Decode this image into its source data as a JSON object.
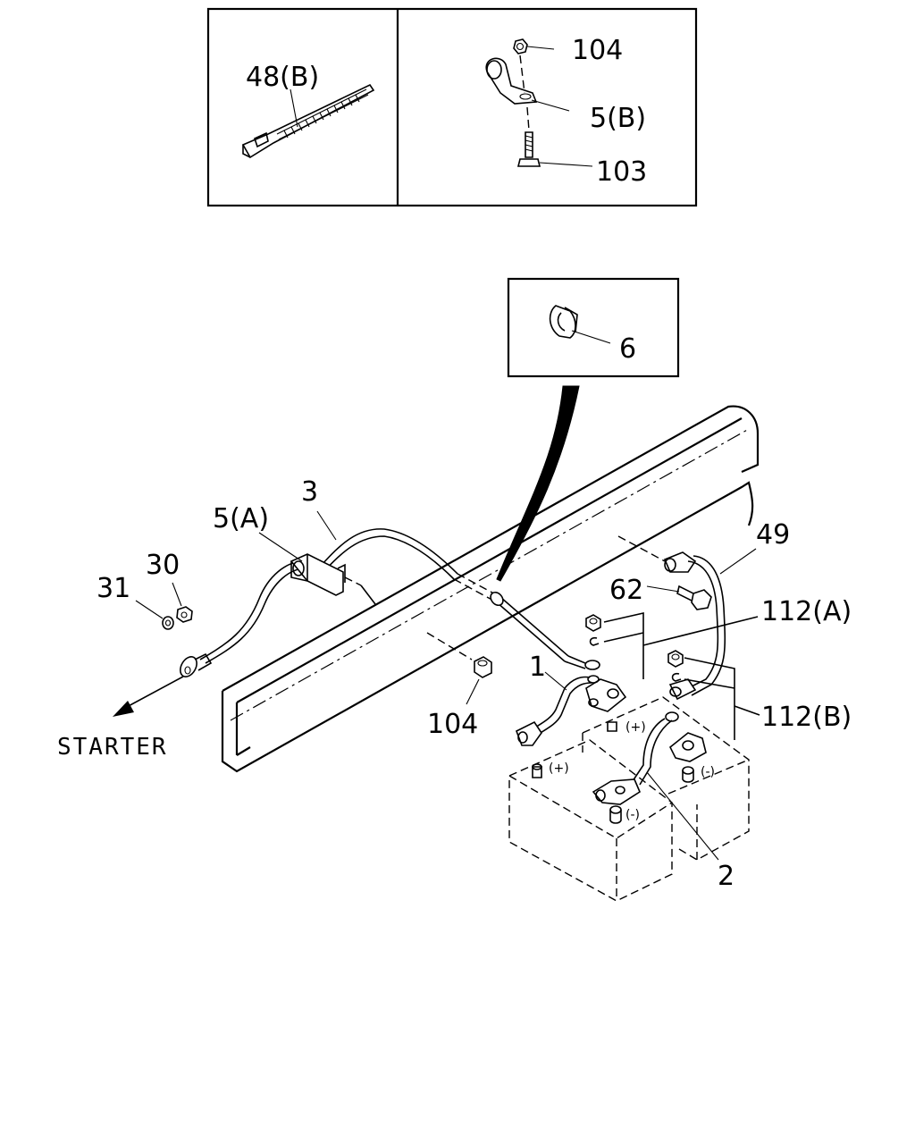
{
  "callouts": {
    "zip_tie": "48(B)",
    "clip_nut": "104",
    "clip": "5(B)",
    "clip_bolt": "103",
    "clamp": "6",
    "cable_main": "3",
    "clip_main": "5(A)",
    "nut_30": "30",
    "washer_31": "31",
    "cable_49": "49",
    "bolt_62": "62",
    "nuts_112a": "112(A)",
    "nuts_112b": "112(B)",
    "cable_1": "1",
    "frame_nut": "104",
    "cable_2": "2",
    "starter": "STARTER"
  },
  "terminals": {
    "pos_front": "(+)",
    "neg_front": "(-)",
    "pos_rear": "(+)",
    "neg_rear": "(-)"
  }
}
